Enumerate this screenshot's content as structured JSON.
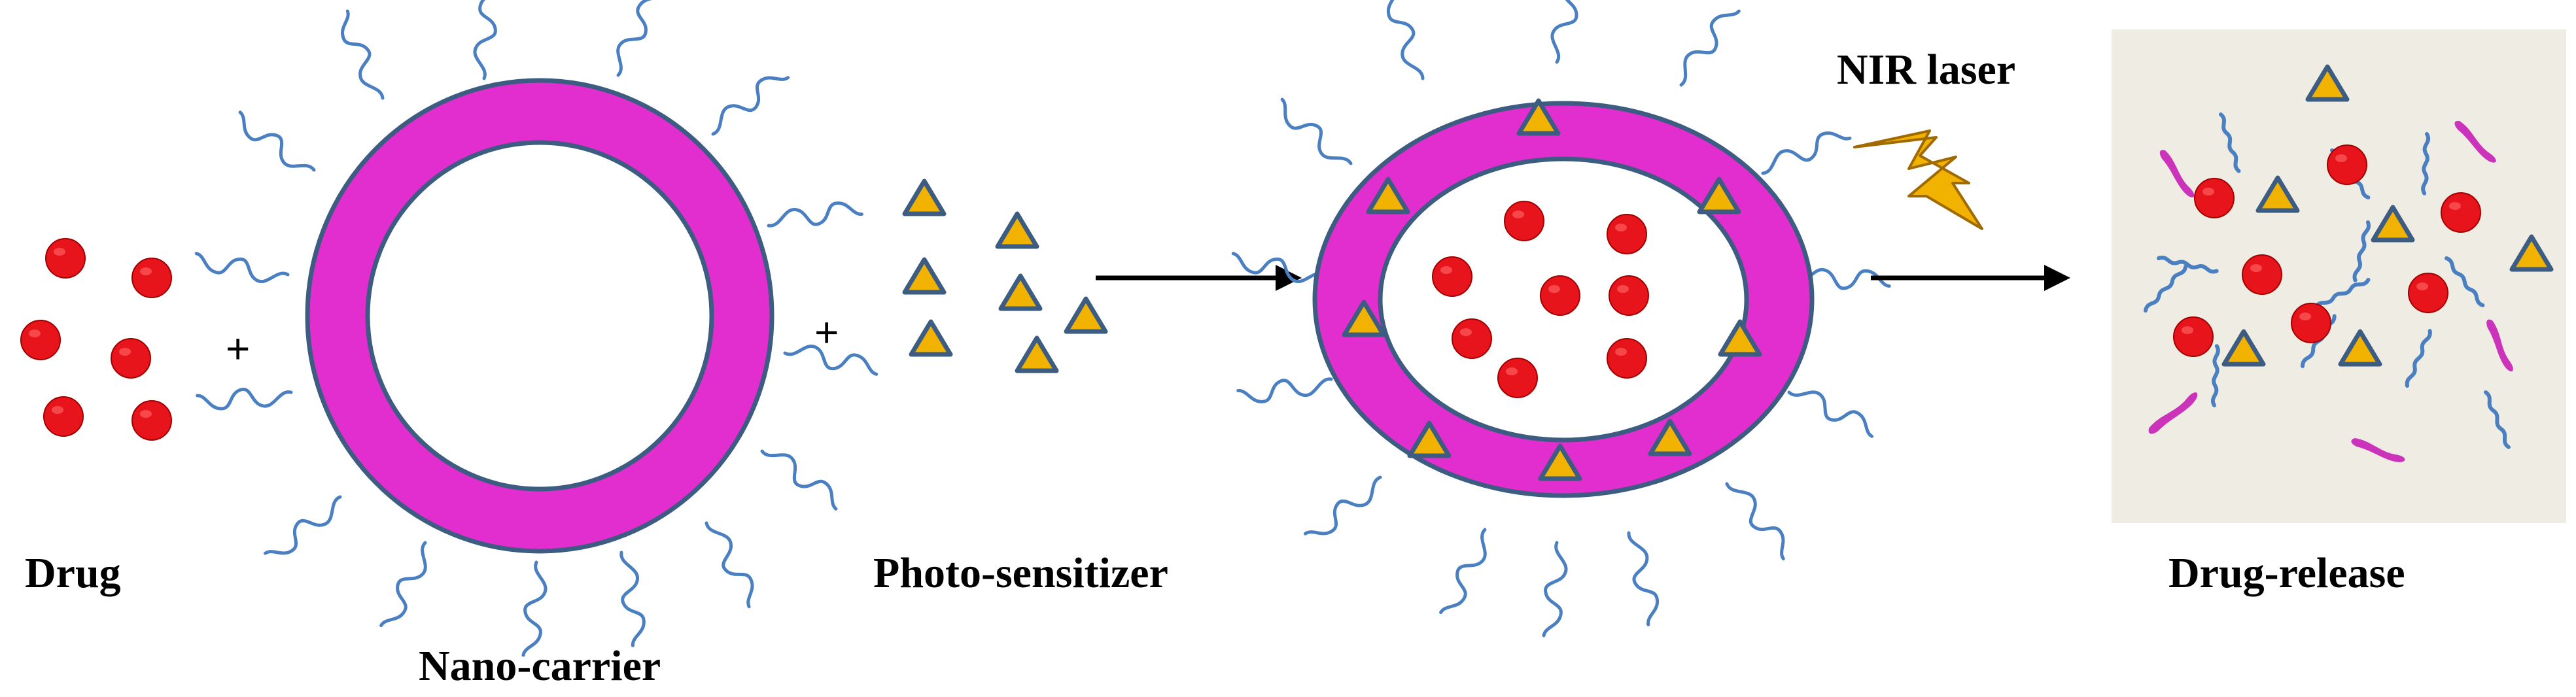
{
  "labels": {
    "drug": "Drug",
    "nano_carrier": "Nano-carrier",
    "photosensitizer": "Photo-sensitizer",
    "nir_laser": "NIR laser",
    "drug_release": "Drug-release",
    "plus_1": "+",
    "plus_2": "+"
  },
  "colors": {
    "drug": "#e8141b",
    "drug_outline": "#a00000",
    "carrier_ring": "#e22ecf",
    "ring_outline": "#3d5c82",
    "tail": "#4a7fc1",
    "photosensitizer_fill": "#f2b200",
    "photosensitizer_outline": "#3d5c82",
    "release_bg": "#efede3",
    "lightning": "#f2b200",
    "fragment": "#cc33bb"
  }
}
